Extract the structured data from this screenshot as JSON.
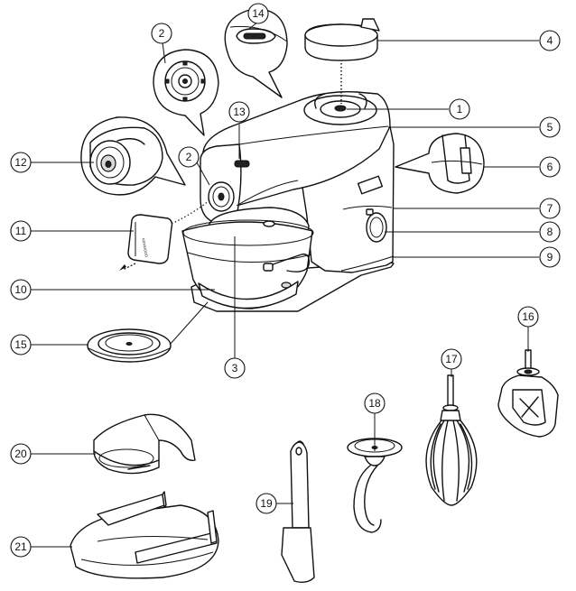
{
  "brand_text": "KENWOOD",
  "callouts": [
    {
      "id": "1",
      "label": "1"
    },
    {
      "id": "2a",
      "label": "2"
    },
    {
      "id": "2b",
      "label": "2"
    },
    {
      "id": "3",
      "label": "3"
    },
    {
      "id": "4",
      "label": "4"
    },
    {
      "id": "5",
      "label": "5"
    },
    {
      "id": "6",
      "label": "6"
    },
    {
      "id": "7",
      "label": "7"
    },
    {
      "id": "8",
      "label": "8"
    },
    {
      "id": "9",
      "label": "9"
    },
    {
      "id": "10",
      "label": "10"
    },
    {
      "id": "11",
      "label": "11"
    },
    {
      "id": "12",
      "label": "12"
    },
    {
      "id": "13",
      "label": "13"
    },
    {
      "id": "14",
      "label": "14"
    },
    {
      "id": "15",
      "label": "15"
    },
    {
      "id": "16",
      "label": "16"
    },
    {
      "id": "17",
      "label": "17"
    },
    {
      "id": "18",
      "label": "18"
    },
    {
      "id": "19",
      "label": "19"
    },
    {
      "id": "20",
      "label": "20"
    },
    {
      "id": "21",
      "label": "21"
    }
  ]
}
